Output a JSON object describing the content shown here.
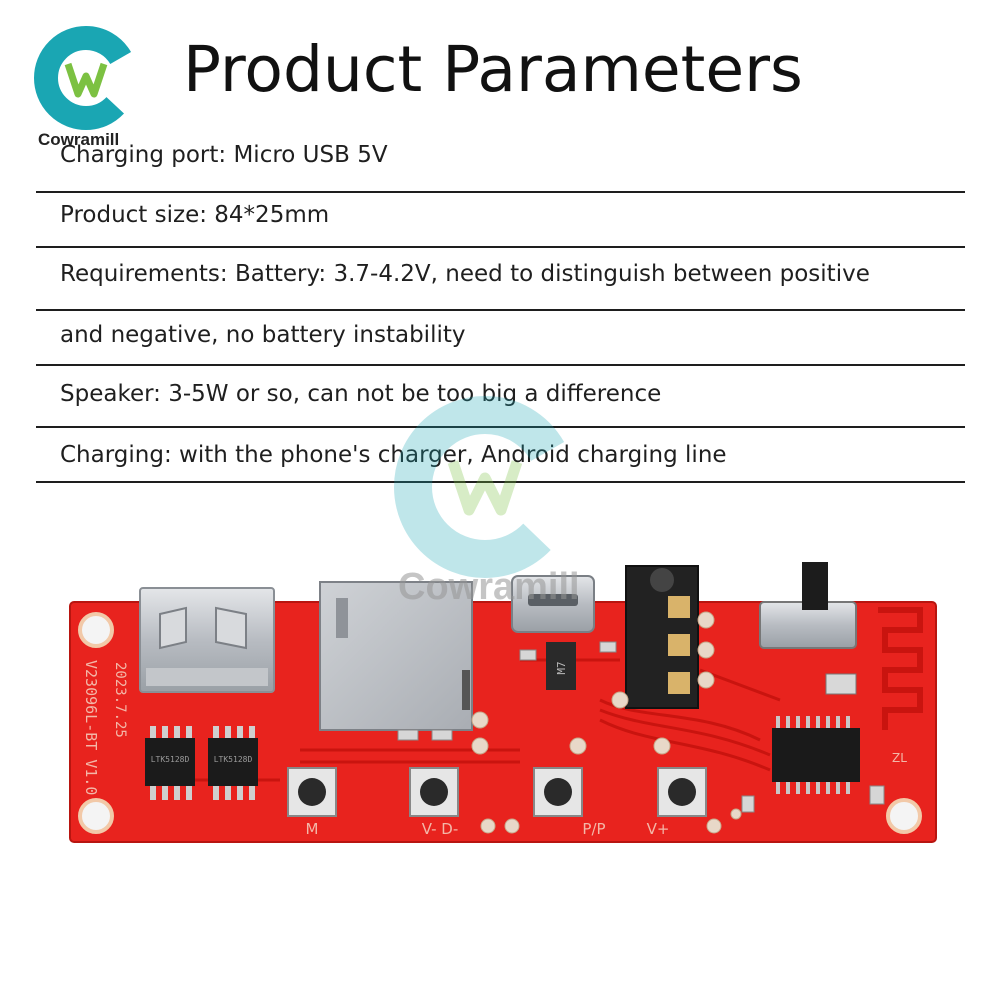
{
  "brand": {
    "name": "Cowramill",
    "logo_letter": "W",
    "teal": "#1aa6b3",
    "green": "#7cc142"
  },
  "header": {
    "title": "Product Parameters"
  },
  "specs": [
    "Charging port: Micro USB 5V",
    "Product size: 84*25mm",
    "Requirements: Battery: 3.7-4.2V, need to distinguish between positive",
    "and negative, no battery instability",
    "Speaker: 3-5W or so, can not be too big a difference",
    "Charging: with the phone's charger, Android charging line"
  ],
  "watermark": {
    "text": "Cowramill"
  },
  "board": {
    "color": "#e8231e",
    "silkscreen_date": "2023.7.25",
    "silkscreen_model": "V23096L-BT V1.0",
    "chip_label_1": "LTK5128D",
    "chip_label_2": "LTK5128D",
    "diode_label": "M7",
    "corner_label": "ZL",
    "button_labels": [
      "M",
      "V- D-",
      "P/P",
      "V+"
    ]
  }
}
